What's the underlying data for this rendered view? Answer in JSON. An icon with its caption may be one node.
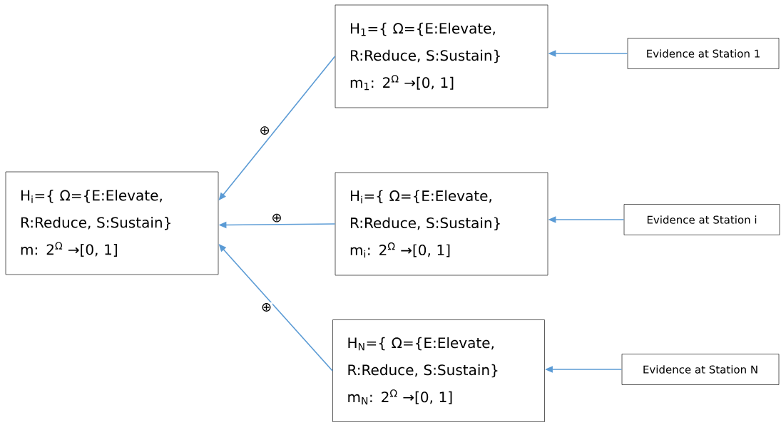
{
  "diagram": {
    "nodes": [
      {
        "text": [
          "H$_{i}$={ Ω={E:Elevate, R:Reduce, S:Sustain}",
          "m: 2$^{Ω}$ →[0, 1]"
        ]
      },
      {
        "text": [
          "H$_{1}$={ Ω={E:Elevate, R:Reduce, S:Sustain}",
          "m$_{1}$: 2$^{Ω}$ →[0, 1]"
        ]
      },
      {
        "text": [
          "H$_{i}$={ Ω={E:Elevate, R:Reduce, S:Sustain}",
          "m$_{i}$: 2$^{Ω}$ →[0, 1]"
        ]
      },
      {
        "text": [
          "H$_{N}$={ Ω={E:Elevate, R:Reduce, S:Sustain}",
          "m$_{N}$: 2$^{Ω}$ →[0, 1]"
        ]
      },
      {
        "text": [
          "Evidence at Station 1"
        ]
      },
      {
        "text": [
          "Evidence at Station i"
        ]
      },
      {
        "text": [
          "Evidence at Station N"
        ]
      }
    ],
    "edges": [
      {
        "from": 1,
        "to": 0,
        "arrow": "to",
        "label": "⊕"
      },
      {
        "from": 2,
        "to": 0,
        "arrow": "to",
        "label": "⊕"
      },
      {
        "from": 3,
        "to": 0,
        "arrow": "to",
        "label": "⊕"
      },
      {
        "from": 4,
        "to": 1,
        "arrow": "to"
      },
      {
        "from": 5,
        "to": 2,
        "arrow": "to"
      },
      {
        "from": 6,
        "to": 3,
        "arrow": "to"
      }
    ]
  }
}
